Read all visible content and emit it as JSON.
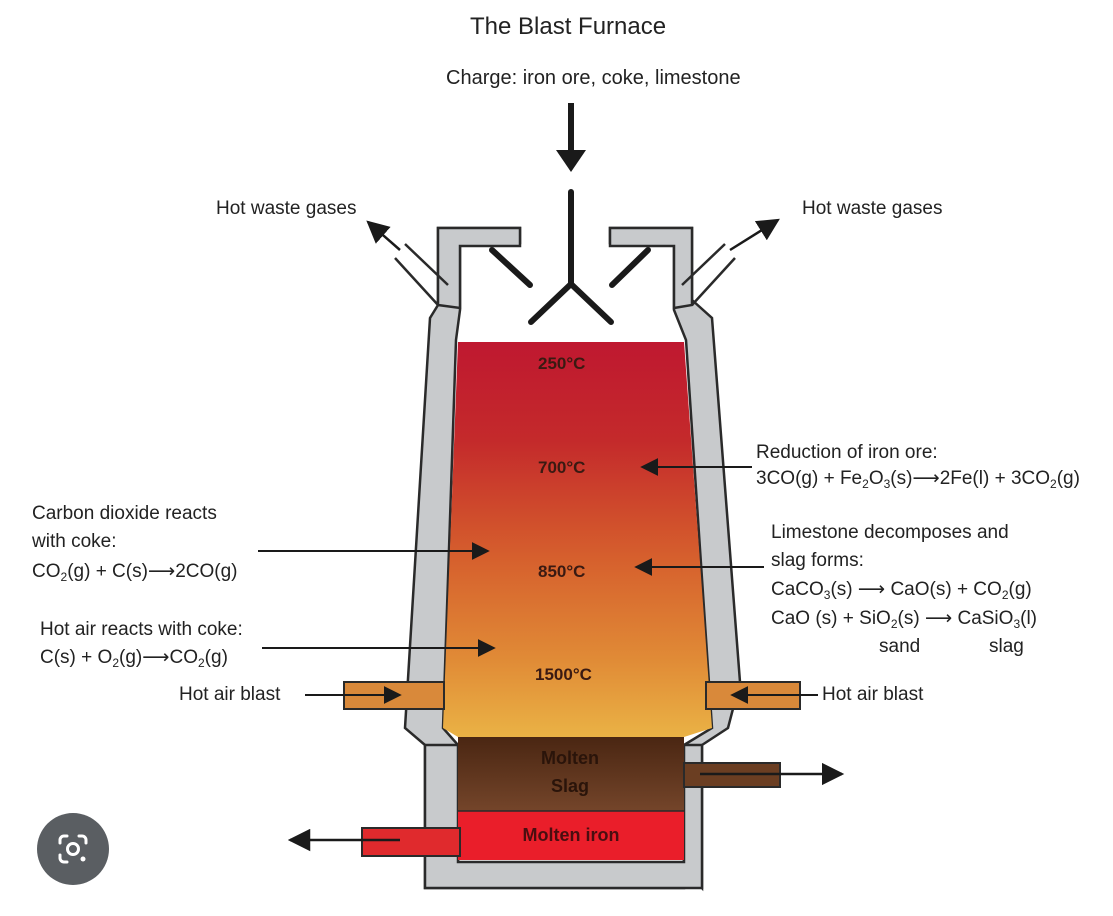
{
  "title": "The Blast Furnace",
  "charge_label": "Charge: iron ore, coke, limestone",
  "waste_gas_left": "Hot waste gases",
  "waste_gas_right": "Hot waste gases",
  "temperatures": {
    "t250": "250°C",
    "t700": "700°C",
    "t850": "850°C",
    "t1500": "1500°C"
  },
  "zones": {
    "slag_line1": "Molten",
    "slag_line2": "Slag",
    "iron": "Molten iron"
  },
  "reduction": {
    "heading": "Reduction of iron ore:",
    "eq": [
      "3CO(g) + Fe",
      "2",
      "O",
      "3",
      "(s)",
      "2Fe(l) + 3CO",
      "2",
      "(g)"
    ]
  },
  "co2_coke": {
    "line1": "Carbon dioxide reacts",
    "line2": "with coke:",
    "eq": [
      "CO",
      "2",
      "(g)  +  C(s)",
      "2CO(g)"
    ]
  },
  "limestone": {
    "line1": "Limestone decomposes and",
    "line2": "slag forms:",
    "eq1": [
      "CaCO",
      "3",
      "(s)",
      "CaO(s)  +  CO",
      "2",
      "(g)"
    ],
    "eq2": [
      "CaO (s)  +  SiO",
      "2",
      "(s)",
      "CaSiO",
      "3",
      "(l)"
    ],
    "sand": "sand",
    "slag": "slag"
  },
  "hot_air_coke": {
    "line1": "Hot air reacts with coke:",
    "eq": [
      "C(s)  +  O",
      "2",
      "(g)",
      "CO",
      "2",
      "(g)"
    ]
  },
  "air_blast_left": "Hot air blast",
  "air_blast_right": "Hot air blast",
  "icons": {
    "lens": "google-lens-icon"
  },
  "colors": {
    "wall": "#c9cbcd",
    "wall_stroke": "#2b2b2b",
    "hot_top": "#c0182b",
    "hot_mid": "#d8652c",
    "hot_bottom": "#e8ab41",
    "slag_top": "#4f2a15",
    "slag_bottom": "#6e3f21",
    "iron": "#ea1e2a",
    "pipe": "#d9893a"
  }
}
